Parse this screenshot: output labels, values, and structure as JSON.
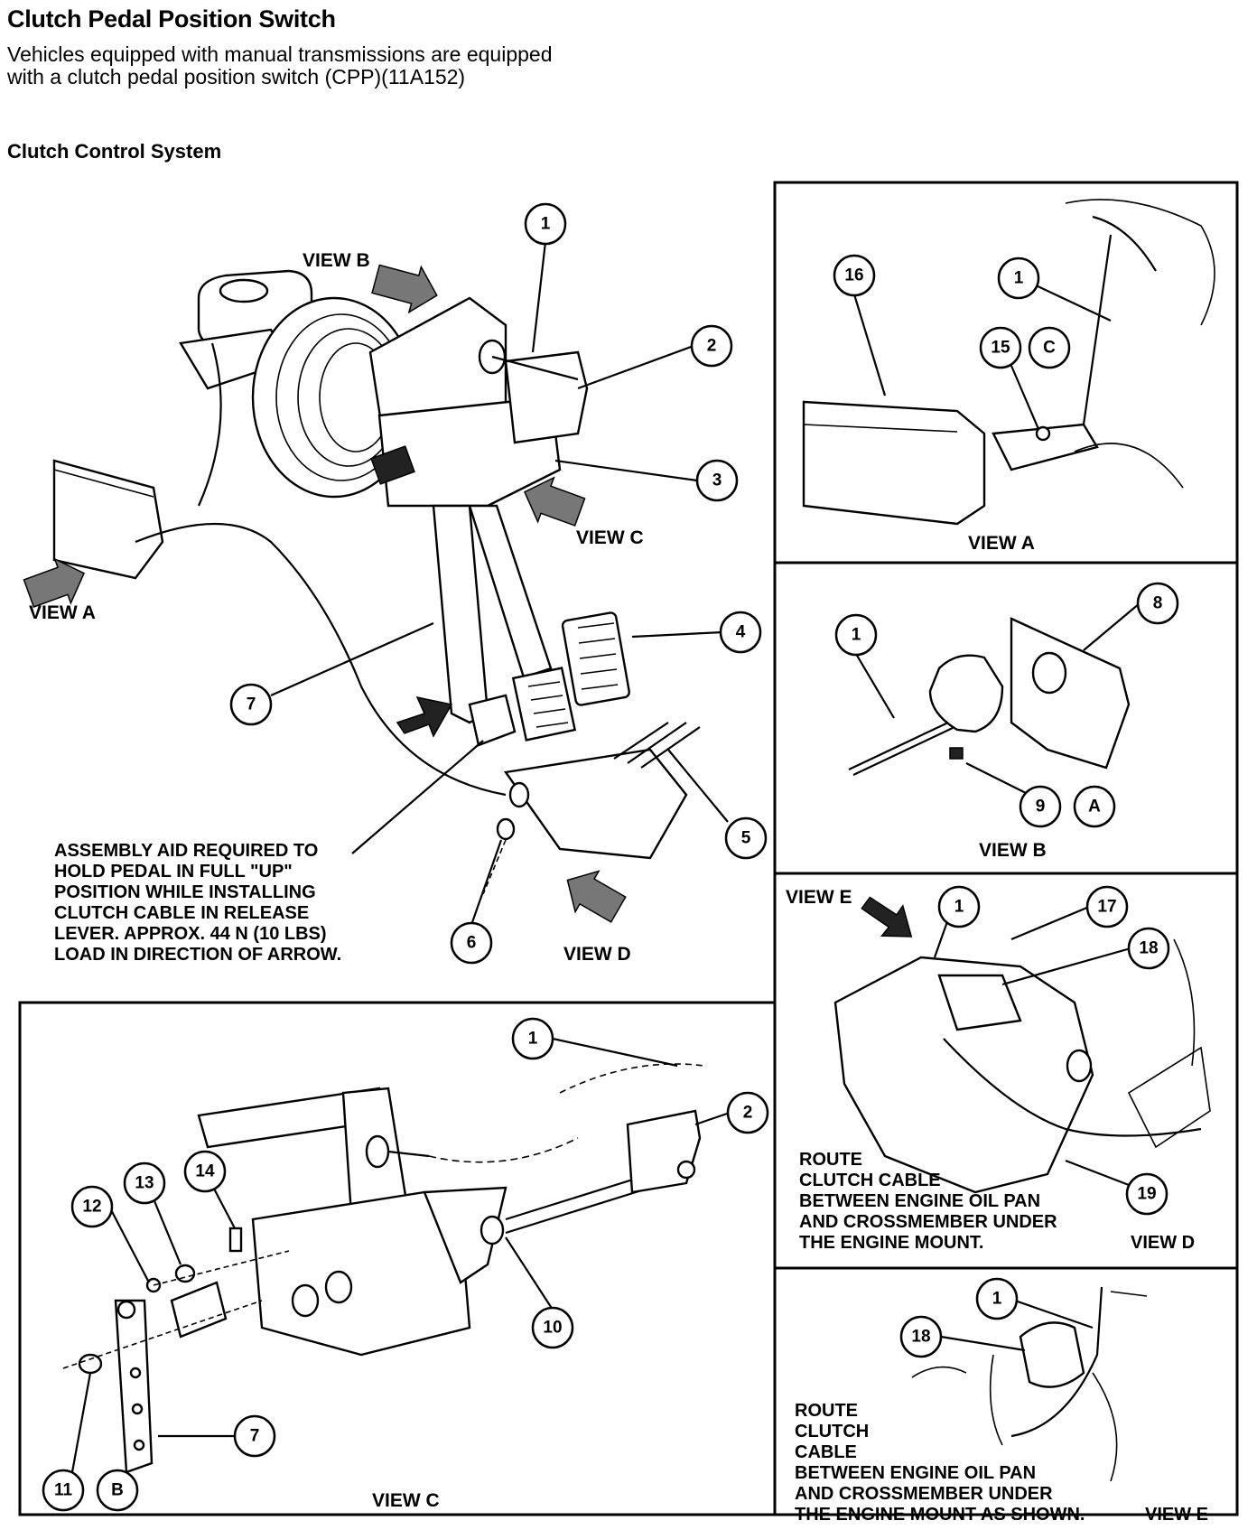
{
  "header": {
    "title": "Clutch Pedal Position Switch",
    "description": "Vehicles equipped with manual transmissions are equipped with a clutch pedal position switch (CPP)(11A152)",
    "subtitle": "Clutch Control System"
  },
  "main_view": {
    "view_b_label": "VIEW B",
    "view_c_label": "VIEW C",
    "view_a_label": "VIEW A",
    "view_d_label": "VIEW D",
    "note_lines": [
      "ASSEMBLY AID REQUIRED TO",
      "HOLD PEDAL IN FULL \"UP\"",
      "POSITION WHILE INSTALLING",
      "CLUTCH CABLE IN RELEASE",
      "LEVER. APPROX. 44 N (10 LBS)",
      "LOAD IN DIRECTION OF ARROW."
    ],
    "callouts": [
      "1",
      "2",
      "3",
      "4",
      "5",
      "6",
      "7"
    ]
  },
  "view_a_panel": {
    "caption": "VIEW A",
    "callouts": [
      "16",
      "1",
      "15",
      "C"
    ]
  },
  "view_b_panel": {
    "caption": "VIEW B",
    "callouts": [
      "1",
      "8",
      "9",
      "A"
    ]
  },
  "view_d_panel": {
    "label_view_e": "VIEW E",
    "caption": "VIEW D",
    "route_lines": [
      "ROUTE",
      "CLUTCH CABLE",
      "BETWEEN ENGINE OIL PAN",
      "AND CROSSMEMBER UNDER",
      "THE ENGINE MOUNT."
    ],
    "callouts": [
      "1",
      "17",
      "18",
      "19"
    ]
  },
  "view_e_panel": {
    "caption": "VIEW E",
    "route_lines": [
      "ROUTE",
      "CLUTCH",
      "CABLE",
      "BETWEEN ENGINE OIL PAN",
      "AND CROSSMEMBER UNDER",
      "THE ENGINE MOUNT AS SHOWN."
    ],
    "callouts": [
      "1",
      "18"
    ]
  },
  "view_c_panel": {
    "caption": "VIEW C",
    "callouts": [
      "1",
      "2",
      "10",
      "12",
      "13",
      "14",
      "7",
      "11",
      "B"
    ]
  }
}
